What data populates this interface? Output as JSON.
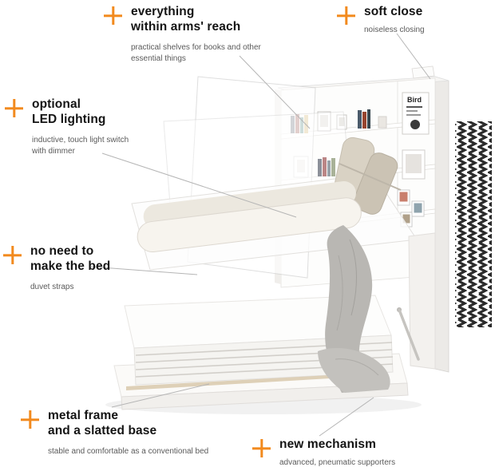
{
  "colors": {
    "accent": "#f28a1e",
    "title": "#141414",
    "desc": "#5a5a5a",
    "line": "#b5b5b5"
  },
  "callouts": [
    {
      "title": [
        "everything",
        "within arms' reach"
      ],
      "desc": [
        "practical shelves for books and other",
        "essential things"
      ]
    },
    {
      "title": [
        "soft close"
      ],
      "desc": [
        "noiseless closing"
      ]
    },
    {
      "title": [
        "optional",
        "LED lighting"
      ],
      "desc": [
        "inductive, touch light switch",
        "with dimmer"
      ]
    },
    {
      "title": [
        "no need to",
        "make the bed"
      ],
      "desc": [
        "duvet straps"
      ]
    },
    {
      "title": [
        "metal frame",
        "and a slatted base"
      ],
      "desc": [
        "stable and comfortable as a conventional bed"
      ]
    },
    {
      "title": [
        "new mechanism"
      ],
      "desc": [
        "advanced, pneumatic supporters"
      ]
    }
  ],
  "illustration": {
    "poster_text": "Bird"
  }
}
